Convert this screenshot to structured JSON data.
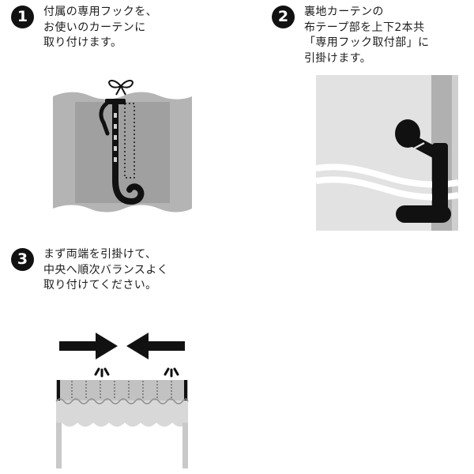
{
  "colors": {
    "ink": "#111111",
    "text": "#1b1b1b",
    "curtain_gray": "#b4b4b4",
    "curtain_dark_gray": "#a0a0a0",
    "closeup_bg_gray": "#e2e2e2",
    "closeup_band_gray": "#b0b0b0",
    "header_band_gray": "#c2c2c2",
    "body_gray": "#d8d8d8"
  },
  "steps": [
    {
      "number": "1",
      "lines": [
        "付属の専用フックを、",
        "お使いのカーテンに",
        "取り付けます。"
      ],
      "illustration": "hook-attached-to-curtain"
    },
    {
      "number": "2",
      "lines": [
        "裏地カーテンの",
        "布テープ部を上下2本共",
        "「専用フック取付部」に",
        "引掛けます。"
      ],
      "illustration": "tape-loops-hooked-on-knob"
    },
    {
      "number": "3",
      "lines": [
        "まず両端を引掛けて、",
        "中央へ順次バランスよく",
        "取り付けてください。"
      ],
      "illustration": "attach-ends-first-then-center"
    }
  ]
}
